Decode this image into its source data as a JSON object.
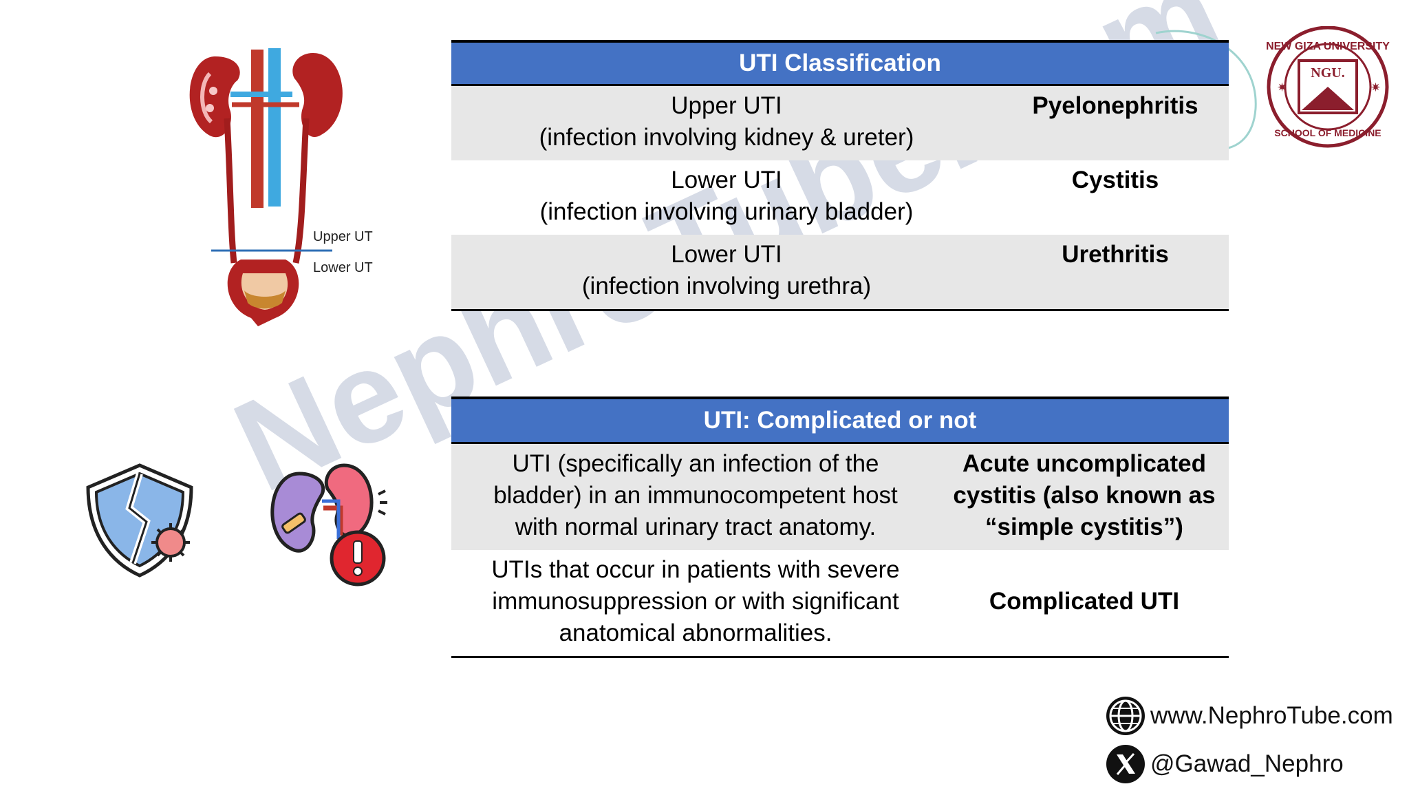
{
  "table1": {
    "header": "UTI Classification",
    "rows": [
      {
        "left1": "Upper UTI",
        "left2": "(infection involving kidney & ureter)",
        "right": "Pyelonephritis"
      },
      {
        "left1": "Lower UTI",
        "left2": "(infection involving urinary bladder)",
        "right": "Cystitis"
      },
      {
        "left1": "Lower UTI",
        "left2": "(infection involving urethra)",
        "right": "Urethritis"
      }
    ]
  },
  "table2": {
    "header": "UTI: Complicated or not",
    "rows": [
      {
        "left1": "UTI (specifically an infection of the",
        "left2": "bladder) in an immunocompetent host",
        "left3": "with normal urinary tract anatomy.",
        "right1": "Acute uncomplicated",
        "right2": "cystitis (also known as",
        "right3": "“simple cystitis”)"
      },
      {
        "left1": "UTIs that occur in patients with severe",
        "left2": "immunosuppression or with significant",
        "left3": "anatomical abnormalities.",
        "right1": "Complicated UTI"
      }
    ]
  },
  "illustration": {
    "upper_label": "Upper UT",
    "lower_label": "Lower UT"
  },
  "logo": {
    "abbr": "NGU.",
    "ring_text_top": "NEW GIZA UNIVERSITY",
    "ring_text_bottom": "SCHOOL OF MEDICINE",
    "color": "#8b1e2d"
  },
  "watermark": "NephroTube.com",
  "footer": {
    "website": "www.NephroTube.com",
    "handle": "@Gawad_Nephro"
  },
  "colors": {
    "header_blue": "#4472c4",
    "row_shade": "#e7e7e7",
    "kidney_red": "#b22222",
    "vein_blue": "#3fa9e0"
  },
  "icons": [
    "anatomy-urinary-tract-icon",
    "broken-shield-virus-icon",
    "kidney-warning-icon",
    "globe-icon",
    "x-logo-icon"
  ]
}
